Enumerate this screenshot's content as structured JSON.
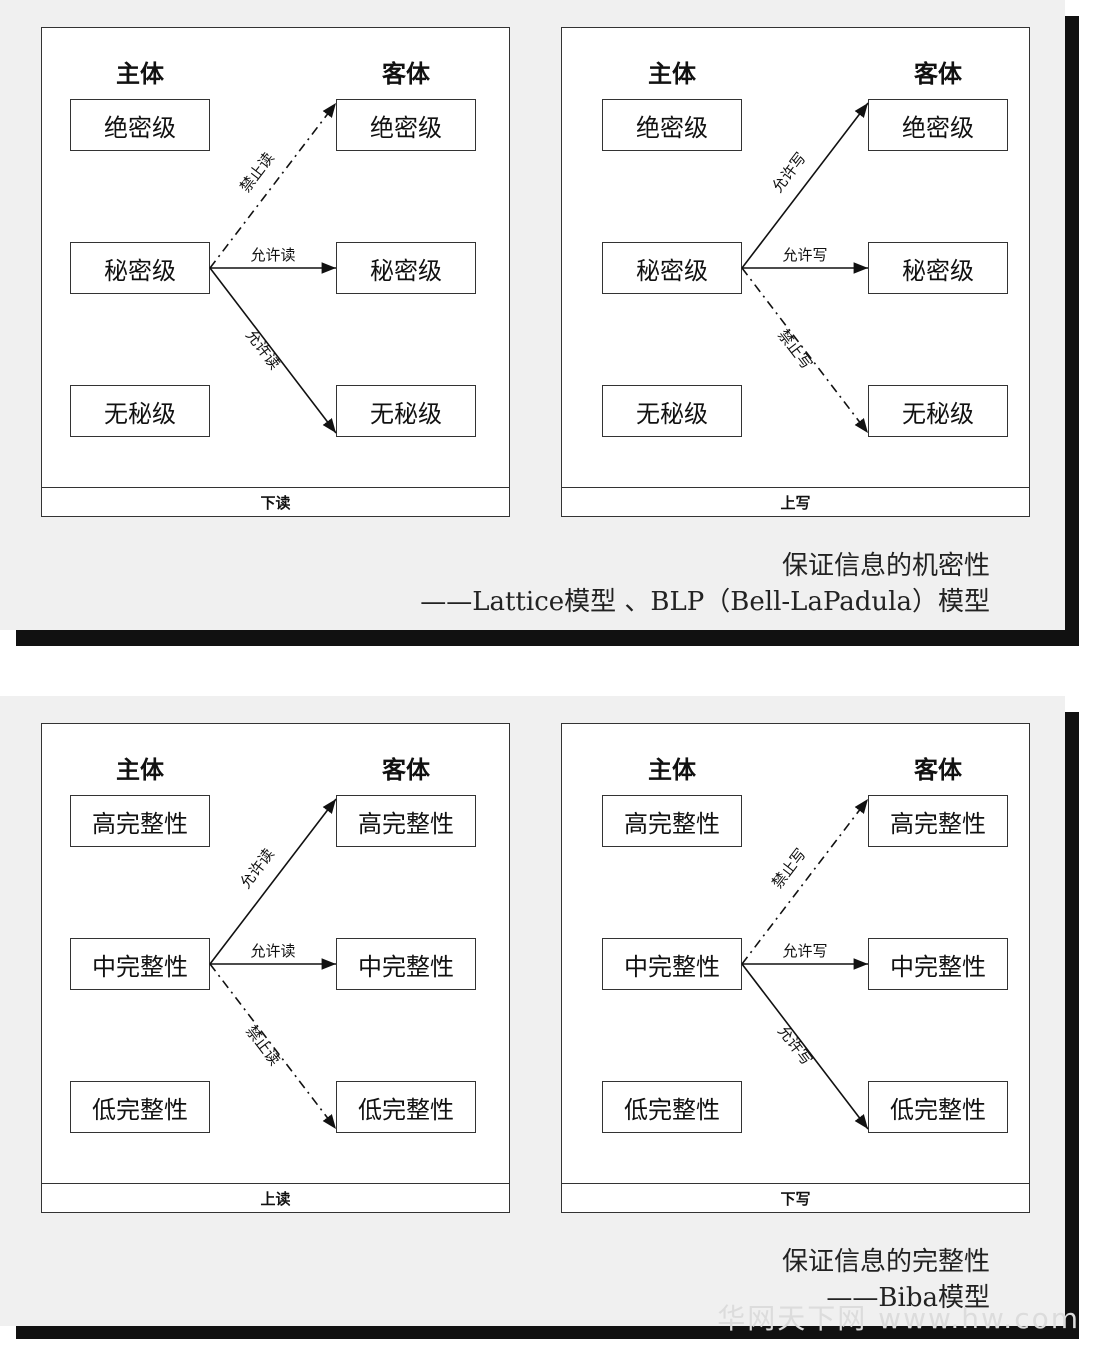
{
  "panels": [
    {
      "caption_line1": "保证信息的机密性",
      "caption_line2": "——Lattice模型 、BLP（Bell-LaPadula）模型",
      "diagrams": [
        {
          "subject_header": "主体",
          "object_header": "客体",
          "subjects": [
            "绝密级",
            "秘密级",
            "无秘级"
          ],
          "objects": [
            "绝密级",
            "秘密级",
            "无秘级"
          ],
          "arrows": [
            {
              "to": 0,
              "label": "禁止读",
              "style": "dashdot"
            },
            {
              "to": 1,
              "label": "允许读",
              "style": "solid"
            },
            {
              "to": 2,
              "label": "允许读",
              "style": "solid"
            }
          ],
          "footer": "下读"
        },
        {
          "subject_header": "主体",
          "object_header": "客体",
          "subjects": [
            "绝密级",
            "秘密级",
            "无秘级"
          ],
          "objects": [
            "绝密级",
            "秘密级",
            "无秘级"
          ],
          "arrows": [
            {
              "to": 0,
              "label": "允许写",
              "style": "solid"
            },
            {
              "to": 1,
              "label": "允许写",
              "style": "solid"
            },
            {
              "to": 2,
              "label": "禁止写",
              "style": "dashdot"
            }
          ],
          "footer": "上写"
        }
      ]
    },
    {
      "caption_line1": "保证信息的完整性",
      "caption_line2": "——Biba模型",
      "diagrams": [
        {
          "subject_header": "主体",
          "object_header": "客体",
          "subjects": [
            "高完整性",
            "中完整性",
            "低完整性"
          ],
          "objects": [
            "高完整性",
            "中完整性",
            "低完整性"
          ],
          "arrows": [
            {
              "to": 0,
              "label": "允许读",
              "style": "solid"
            },
            {
              "to": 1,
              "label": "允许读",
              "style": "solid"
            },
            {
              "to": 2,
              "label": "禁止读",
              "style": "dashdot"
            }
          ],
          "footer": "上读"
        },
        {
          "subject_header": "主体",
          "object_header": "客体",
          "subjects": [
            "高完整性",
            "中完整性",
            "低完整性"
          ],
          "objects": [
            "高完整性",
            "中完整性",
            "低完整性"
          ],
          "arrows": [
            {
              "to": 0,
              "label": "禁止写",
              "style": "dashdot"
            },
            {
              "to": 1,
              "label": "允许写",
              "style": "solid"
            },
            {
              "to": 2,
              "label": "允许写",
              "style": "solid"
            }
          ],
          "footer": "下写"
        }
      ]
    }
  ],
  "watermark": "华网天下网 www.hw.com"
}
